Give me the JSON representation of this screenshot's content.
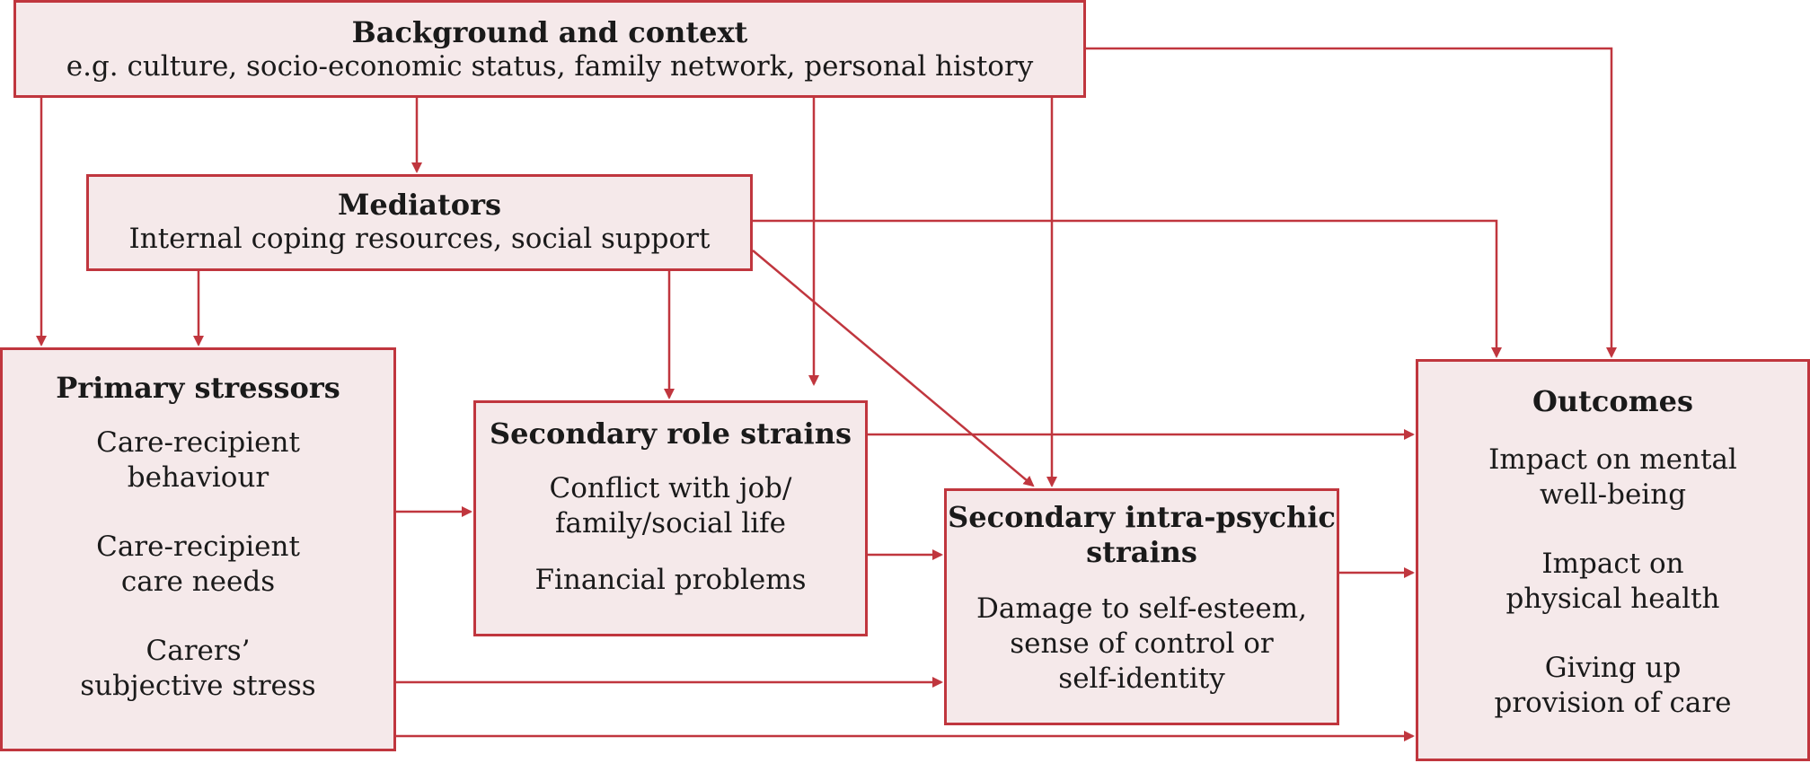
{
  "colors": {
    "border": "#c0363e",
    "fill": "#f5e9ea",
    "text": "#1a1a1a"
  },
  "background": {
    "title": "Background and context",
    "subtitle": "e.g. culture, socio-economic status, family network, personal history"
  },
  "mediators": {
    "title": "Mediators",
    "subtitle": "Internal coping resources, social support"
  },
  "primary": {
    "title": "Primary stressors",
    "items": [
      [
        "Care-recipient",
        "behaviour"
      ],
      [
        "Care-recipient",
        "care needs"
      ],
      [
        "Carers’",
        "subjective stress"
      ]
    ]
  },
  "role": {
    "title": "Secondary role strains",
    "items": [
      [
        "Conflict with job/",
        "family/social life"
      ],
      [
        "Financial problems"
      ]
    ]
  },
  "intra": {
    "title": [
      "Secondary intra-psychic",
      "strains"
    ],
    "items": [
      [
        "Damage to self-esteem,",
        "sense of control or",
        "self-identity"
      ]
    ]
  },
  "outcomes": {
    "title": "Outcomes",
    "items": [
      [
        "Impact on mental",
        "well-being"
      ],
      [
        "Impact on",
        "physical health"
      ],
      [
        "Giving up",
        "provision of care"
      ]
    ]
  }
}
